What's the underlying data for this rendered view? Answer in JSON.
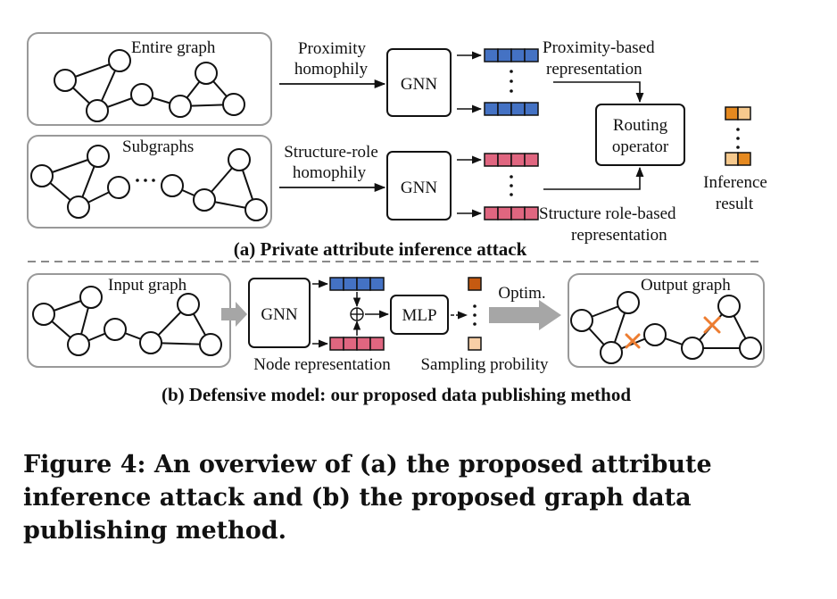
{
  "panel_a": {
    "entire_graph": "Entire graph",
    "subgraphs": "Subgraphs",
    "proximity_homophily": [
      "Proximity",
      "homophily"
    ],
    "structure_role_homophily": [
      "Structure-role",
      "homophily"
    ],
    "gnn_top": "GNN",
    "gnn_bottom": "GNN",
    "proximity_rep": [
      "Proximity-based",
      "representation"
    ],
    "structure_rep": [
      "Structure role-based",
      "representation"
    ],
    "routing": [
      "Routing",
      "operator"
    ],
    "inference_result": [
      "Inference",
      "result"
    ],
    "subtitle": "(a) Private attribute inference attack"
  },
  "panel_b": {
    "input_graph": "Input graph",
    "gnn": "GNN",
    "mlp": "MLP",
    "optim": "Optim.",
    "output_graph": "Output graph",
    "node_rep": "Node representation",
    "sampling": "Sampling probility",
    "subtitle": "(b) Defensive model: our proposed data publishing method"
  },
  "colors": {
    "blue": "#4472c4",
    "red": "#e06680",
    "orange": "#e5891f",
    "light_orange": "#f6c98d",
    "dark_orange": "#c55a11",
    "peach": "#f8cfa6",
    "gray_arrow": "#a6a6a6",
    "cross": "#ed7d31"
  },
  "caption": "Figure 4: An overview of (a) the proposed attribute inference attack and (b) the proposed graph data publishing method."
}
